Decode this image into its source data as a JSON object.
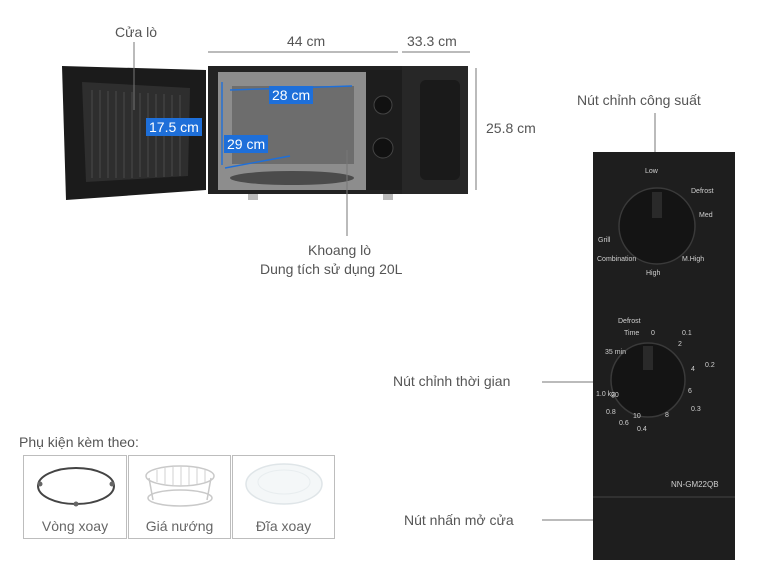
{
  "labels": {
    "door": "Cửa lò",
    "width": "44 cm",
    "depth": "33.3 cm",
    "height_ext": "25.8 cm",
    "cavity_width": "28 cm",
    "cavity_height": "17.5 cm",
    "cavity_depth": "29 cm",
    "cavity_title": "Khoang lò",
    "capacity": "Dung tích sử dụng 20L",
    "power_knob": "Nút chỉnh công suất",
    "timer_knob": "Nút chỉnh thời gian",
    "door_button": "Nút nhấn mở cửa",
    "accessories_title": "Phụ kiện kèm theo:"
  },
  "power_dial": {
    "low": "Low",
    "defrost": "Defrost",
    "med": "Med",
    "grill": "Grill",
    "combination": "Combination",
    "mhigh": "M.High",
    "high": "High"
  },
  "timer_dial": {
    "defrost": "Defrost",
    "time": "Time",
    "zero": "0",
    "t01": "0.1",
    "t2": "2",
    "t4": "4",
    "t02": "0.2",
    "t6": "6",
    "t03": "0.3",
    "t8": "8",
    "t10": "10",
    "t04": "0.4",
    "t06": "0.6",
    "t08": "0.8",
    "t10kg": "1.0 kg",
    "t20": "20",
    "t35": "35 min"
  },
  "model": "NN-GM22QB",
  "accessories": [
    {
      "label": "Vòng xoay"
    },
    {
      "label": "Giá nướng"
    },
    {
      "label": "Đĩa xoay"
    }
  ]
}
